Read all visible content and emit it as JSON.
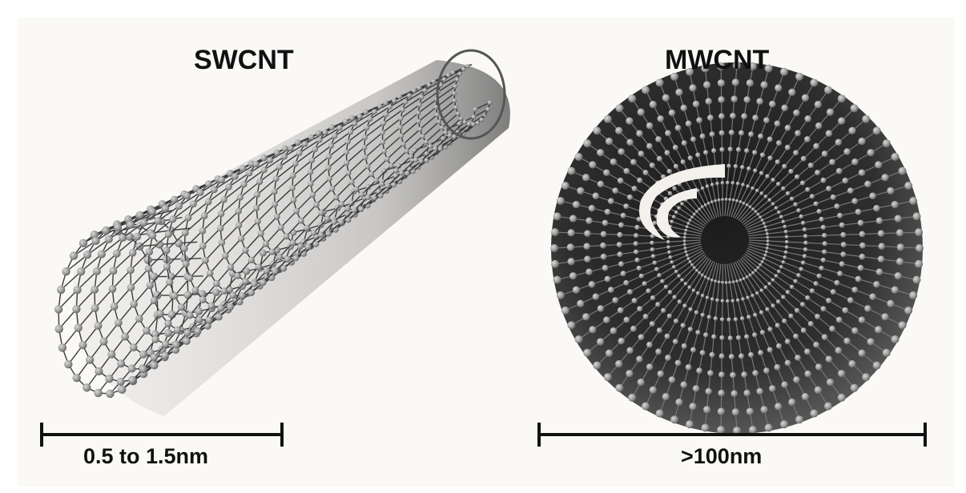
{
  "colors": {
    "background": "#fbf9f6",
    "atom": "#9a9a9a",
    "bond": "#3a3a3a",
    "text": "#111111"
  },
  "swcnt": {
    "title": "SWCNT",
    "scale_label": "0.5 to 1.5nm"
  },
  "mwcnt": {
    "title": "MWCNT",
    "scale_label": ">100nm"
  }
}
